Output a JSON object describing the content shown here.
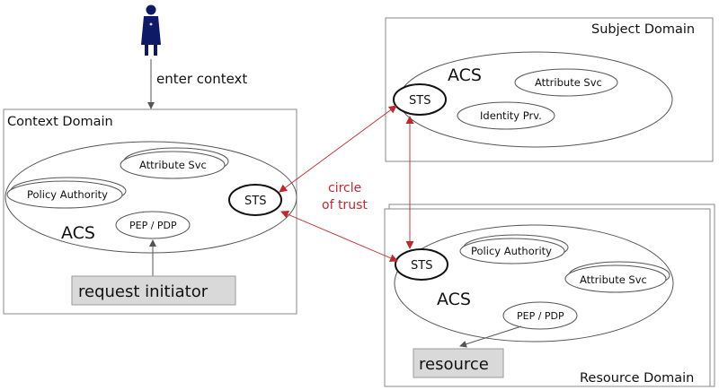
{
  "colors": {
    "line": "#555555",
    "box_border": "#8a8a8a",
    "trust": "#c0282d",
    "figure": "#0e1a66",
    "button_fill": "#d9d9d9"
  },
  "person": {
    "icon": "person-icon",
    "label": "enter context"
  },
  "trust": {
    "line1": "circle",
    "line2": "of trust"
  },
  "context_domain": {
    "title": "Context Domain",
    "acs": "ACS",
    "sts": "STS",
    "attribute_svc": "Attribute Svc",
    "policy_authority": "Policy Authority",
    "pep_pdp": "PEP / PDP",
    "request_initiator": "request initiator"
  },
  "subject_domain": {
    "title": "Subject Domain",
    "acs": "ACS",
    "sts": "STS",
    "attribute_svc": "Attribute Svc",
    "identity_provider": "Identity Prv."
  },
  "resource_domain": {
    "title": "Resource Domain",
    "acs": "ACS",
    "sts": "STS",
    "policy_authority": "Policy Authority",
    "attribute_svc": "Attribute Svc",
    "pep_pdp": "PEP / PDP",
    "resource": "resource"
  }
}
